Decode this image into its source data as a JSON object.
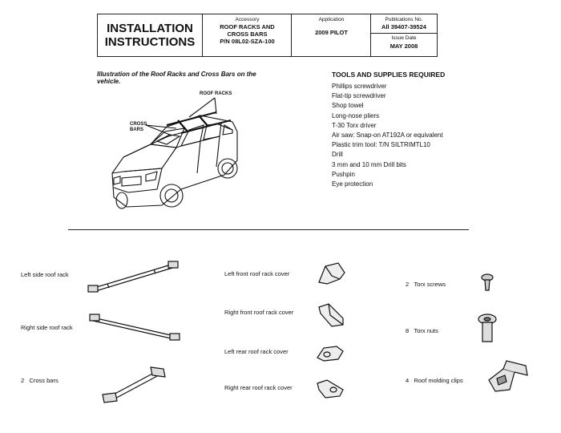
{
  "header": {
    "title_line1": "INSTALLATION",
    "title_line2": "INSTRUCTIONS",
    "accessory_label": "Accessory",
    "accessory_line1": "ROOF RACKS AND",
    "accessory_line2": "CROSS BARS",
    "part_number": "P/N 08L02-SZA-100",
    "application_label": "Application",
    "application_value": "2009 PILOT",
    "publications_label": "Publications No.",
    "publications_value": "All 39407-39524",
    "issue_label": "Issue Date",
    "issue_value": "MAY 2008"
  },
  "illustration": {
    "caption_line1": "Illustration of the Roof Racks and Cross Bars on the",
    "caption_line2": "vehicle.",
    "callout_roof_racks": "ROOF RACKS",
    "callout_cross_line1": "CROSS",
    "callout_cross_line2": "BARS"
  },
  "tools": {
    "heading": "TOOLS AND SUPPLIES REQUIRED",
    "items": [
      "Phillips screwdriver",
      "Flat-tip screwdriver",
      "Shop towel",
      "Long-nose pliers",
      "T-30 Torx driver",
      "Air saw: Snap-on AT192A or equivalent",
      "Plastic trim tool: T/N SILTRIMTL10",
      "Drill",
      "3 mm and 10 mm Drill bits",
      "Pushpin",
      "Eye protection"
    ]
  },
  "parts": {
    "left_side_roof_rack": "Left side roof rack",
    "right_side_roof_rack": "Right side roof rack",
    "cross_bars_qty": "2",
    "cross_bars": "Cross bars",
    "left_front_cover": "Left front roof rack cover",
    "right_front_cover": "Right front roof rack cover",
    "left_rear_cover": "Left rear roof rack cover",
    "right_rear_cover": "Right rear roof rack cover",
    "torx_screws_qty": "2",
    "torx_screws": "Torx screws",
    "torx_nuts_qty": "8",
    "torx_nuts": "Torx nuts",
    "clips_qty": "4",
    "clips": "Roof molding clips"
  }
}
